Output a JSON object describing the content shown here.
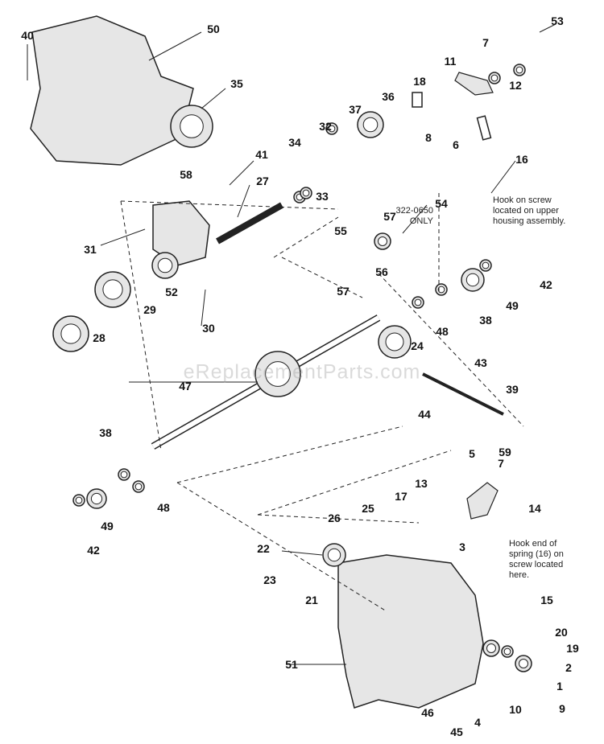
{
  "diagram": {
    "part_labels": [
      "40",
      "50",
      "35",
      "53",
      "7",
      "11",
      "12",
      "18",
      "36",
      "37",
      "32",
      "34",
      "8",
      "6",
      "16",
      "41",
      "58",
      "27",
      "33",
      "54",
      "57",
      "55",
      "31",
      "56",
      "57",
      "42",
      "52",
      "49",
      "38",
      "48",
      "29",
      "30",
      "28",
      "24",
      "43",
      "47",
      "39",
      "44",
      "38",
      "59",
      "5",
      "7",
      "13",
      "25",
      "17",
      "14",
      "26",
      "48",
      "49",
      "42",
      "22",
      "3",
      "23",
      "21",
      "15",
      "20",
      "19",
      "51",
      "2",
      "1",
      "9",
      "10",
      "46",
      "4",
      "45"
    ],
    "notes": {
      "kit_note": [
        "322-0650",
        "ONLY"
      ],
      "upper_hook_note": [
        "Hook on screw",
        "located on upper",
        "housing assembly."
      ],
      "lower_hook_note": [
        "Hook end of",
        "spring (16) on",
        "screw located",
        "here."
      ]
    },
    "watermark": "eReplacementParts.com",
    "colors": {
      "line": "#222222",
      "part_fill": "#e6e6e6",
      "shade": "#9a9a9a"
    }
  }
}
